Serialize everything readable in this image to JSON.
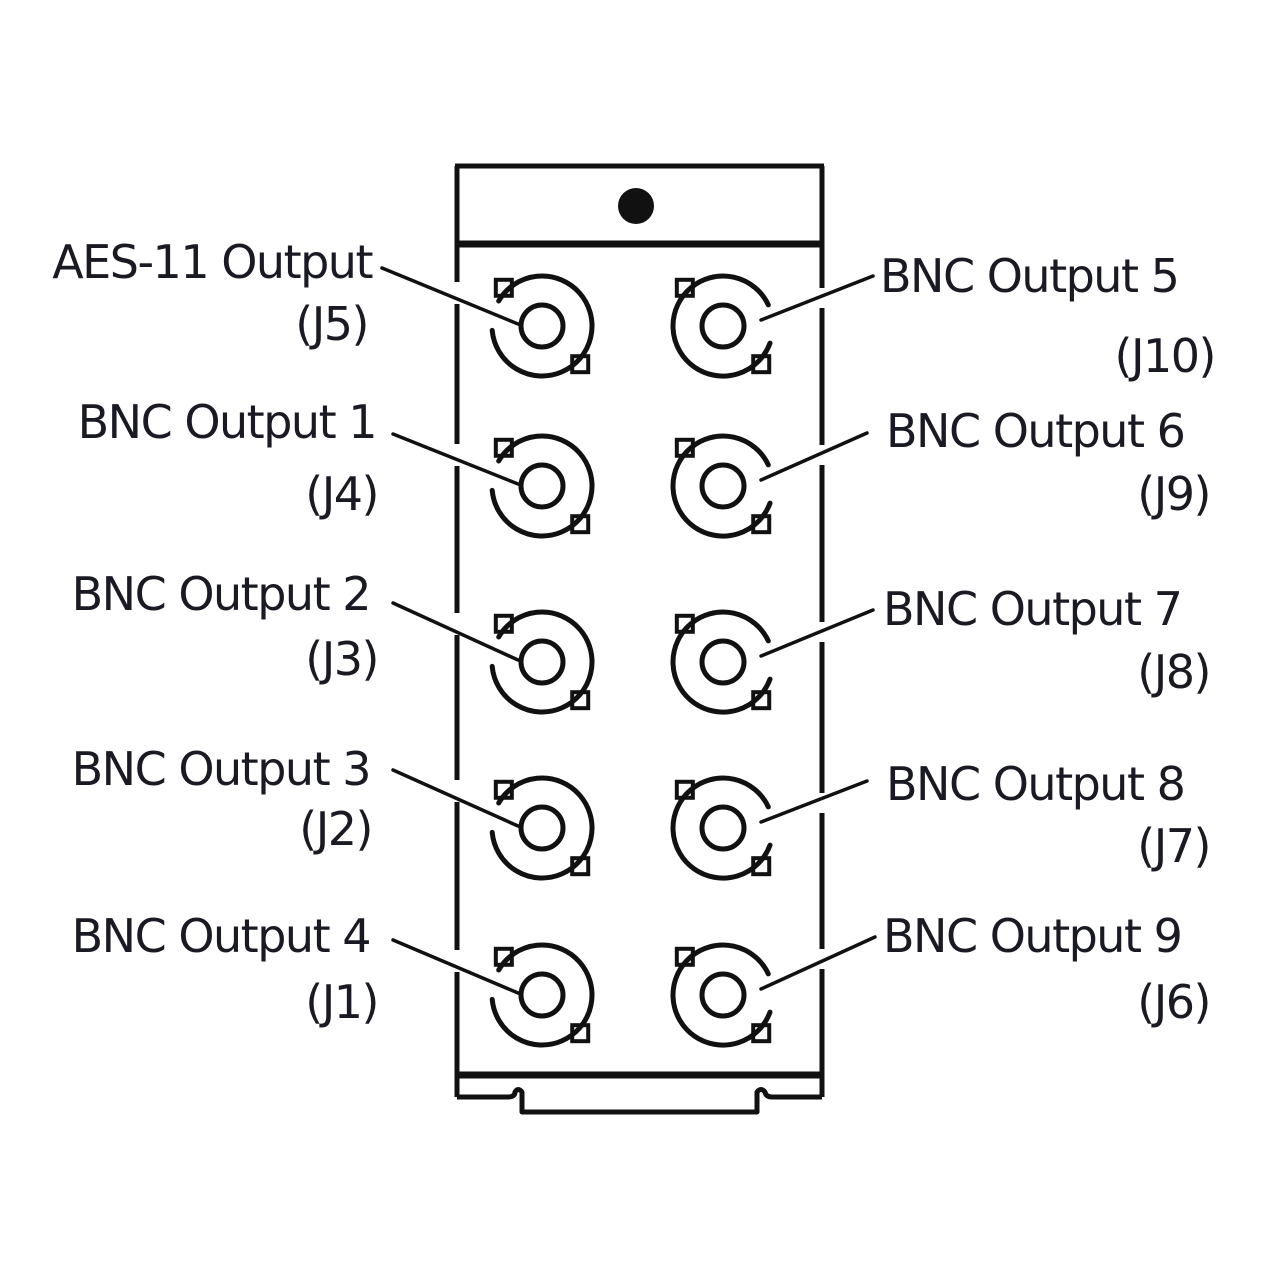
{
  "diagram": {
    "title": "Rear panel connector layout",
    "colors": {
      "line": "#111111",
      "text": "#1a1a24",
      "background": "#ffffff"
    },
    "panel": {
      "indicator": "mounting-hole"
    },
    "connectors": [
      {
        "id": "J5",
        "name": "AES-11 Output",
        "designator": "(J5)",
        "column": "left",
        "row": 0
      },
      {
        "id": "J4",
        "name": "BNC Output 1",
        "designator": "(J4)",
        "column": "left",
        "row": 1
      },
      {
        "id": "J3",
        "name": "BNC Output 2",
        "designator": "(J3)",
        "column": "left",
        "row": 2
      },
      {
        "id": "J2",
        "name": "BNC Output 3",
        "designator": "(J2)",
        "column": "left",
        "row": 3
      },
      {
        "id": "J1",
        "name": "BNC Output 4",
        "designator": "(J1)",
        "column": "left",
        "row": 4
      },
      {
        "id": "J10",
        "name": "BNC Output 5",
        "designator": "(J10)",
        "column": "right",
        "row": 0
      },
      {
        "id": "J9",
        "name": "BNC Output 6",
        "designator": "(J9)",
        "column": "right",
        "row": 1
      },
      {
        "id": "J8",
        "name": "BNC Output 7",
        "designator": "(J8)",
        "column": "right",
        "row": 2
      },
      {
        "id": "J7",
        "name": "BNC Output 8",
        "designator": "(J7)",
        "column": "right",
        "row": 3
      },
      {
        "id": "J6",
        "name": "BNC Output 9",
        "designator": "(J6)",
        "column": "right",
        "row": 4
      }
    ]
  }
}
